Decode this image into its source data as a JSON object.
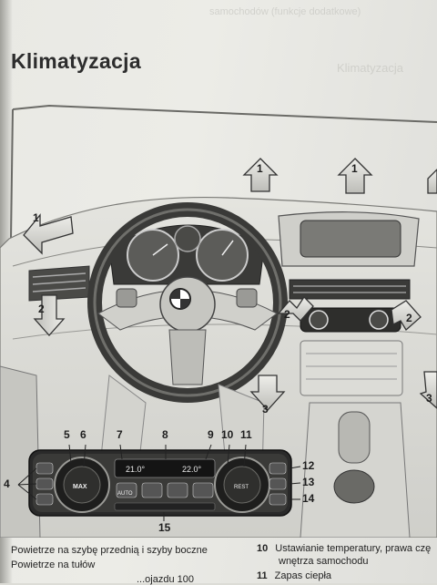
{
  "bleed_text": [
    "samochodów (funkcje dodatkowe)",
    "Klimatyzacja"
  ],
  "title": "Klimatyzacja",
  "display": {
    "left_temp": "21.0°",
    "right_temp": "22.0°",
    "max_label": "MAX",
    "auto_label": "AUTO",
    "rest_label": "REST"
  },
  "callouts": {
    "c1a": "1",
    "c1b": "1",
    "c1c": "1",
    "c2a": "2",
    "c2b": "2",
    "c2c": "2",
    "c3a": "3",
    "c3b": "3",
    "c4": "4",
    "c5": "5",
    "c6": "6",
    "c7": "7",
    "c8": "8",
    "c9": "9",
    "c10": "10",
    "c11": "11",
    "c12": "12",
    "c13": "13",
    "c14": "14",
    "c15": "15"
  },
  "captions": {
    "left_line1": "Powietrze na szybę przednią i szyby boczne",
    "left_line2": "Powietrze na tułów",
    "left_line3_partial": "...ojazdu 100",
    "right_num10": "10",
    "right_line1": "Ustawianie temperatury, prawa czę",
    "right_line2": "wnętrza samochodu",
    "right_num11": "11",
    "right_line3": "Zapas ciepła"
  },
  "colors": {
    "paper": "#e9e9e4",
    "ink": "#2d2d2d",
    "panel": "#2a2a2a"
  }
}
